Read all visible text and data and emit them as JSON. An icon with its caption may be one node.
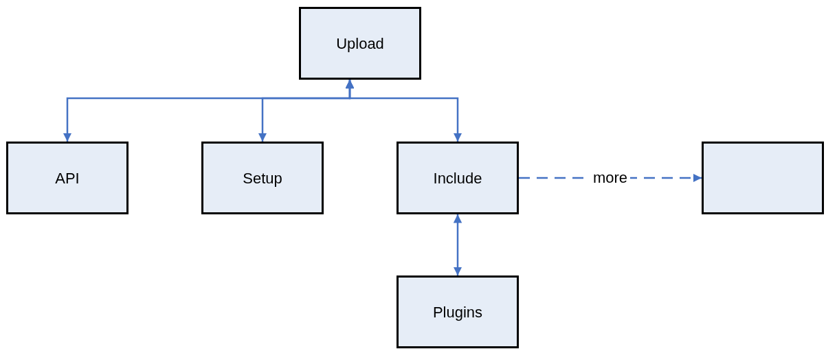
{
  "diagram": {
    "nodes": [
      {
        "text": [
          "Upload"
        ]
      },
      {
        "text": [
          "API"
        ]
      },
      {
        "text": [
          "Setup"
        ]
      },
      {
        "text": [
          "Include"
        ]
      },
      {
        "text": [],
        "shape": "box"
      },
      {
        "text": [
          "Plugins"
        ]
      }
    ],
    "edges": [
      {
        "from": 0,
        "to": 1,
        "arrow": "both"
      },
      {
        "from": 0,
        "to": 2,
        "arrow": "both"
      },
      {
        "from": 0,
        "to": 3,
        "arrow": "both"
      },
      {
        "from": 3,
        "to": 4,
        "arrow": "to",
        "label": "more",
        "style": "dashed"
      },
      {
        "from": 3,
        "to": 5,
        "arrow": "both"
      }
    ]
  }
}
